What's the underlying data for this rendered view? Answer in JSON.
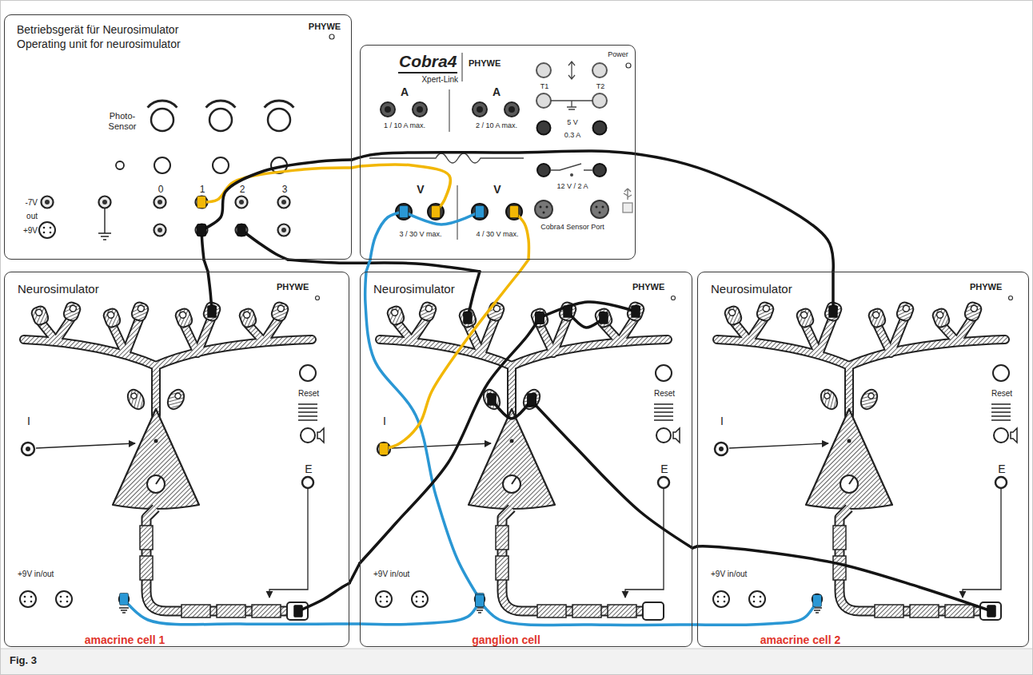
{
  "diagram": {
    "caption": "Fig. 3",
    "nodes": [
      {
        "text": [
          "Betriebsgerät für Neurosimulator",
          "Operating unit for neurosimulator",
          "PHYWE",
          "Photo-Sensor",
          "-7V",
          "out",
          "+9V",
          "0",
          "1",
          "2",
          "3"
        ]
      },
      {
        "text": [
          "Cobra4",
          "Xpert-Link",
          "PHYWE",
          "A",
          "1 / 10 A max.",
          "A",
          "2 / 10 A max.",
          "V",
          "3 / 30 V max.",
          "V",
          "4 / 30 V max.",
          "T1",
          "T2",
          "Power",
          "5 V",
          "0.3 A",
          "12 V / 2 A",
          "Cobra4 Sensor Port"
        ]
      },
      {
        "text": [
          "Neurosimulator",
          "PHYWE",
          "I",
          "Reset",
          "E",
          "+9V in/out",
          "amacrine cell 1"
        ]
      },
      {
        "text": [
          "Neurosimulator",
          "PHYWE",
          "I",
          "Reset",
          "E",
          "+9V in/out",
          "ganglion cell"
        ]
      },
      {
        "text": [
          "Neurosimulator",
          "PHYWE",
          "I",
          "Reset",
          "E",
          "+9V in/out",
          "amacrine cell 2"
        ]
      }
    ],
    "edges": [
      {
        "from": 0,
        "to": 1,
        "arrow": "none"
      },
      {
        "from": 0,
        "to": 4,
        "arrow": "none"
      },
      {
        "from": 0,
        "to": 2,
        "arrow": "none"
      },
      {
        "from": 0,
        "to": 3,
        "arrow": "none"
      },
      {
        "from": 1,
        "to": 3,
        "arrow": "none"
      },
      {
        "from": 1,
        "to": 3,
        "arrow": "none"
      },
      {
        "from": 2,
        "to": 3,
        "arrow": "none"
      },
      {
        "from": 4,
        "to": 3,
        "arrow": "none"
      },
      {
        "from": 2,
        "to": 3,
        "arrow": "none"
      },
      {
        "from": 3,
        "to": 4,
        "arrow": "none"
      }
    ]
  }
}
